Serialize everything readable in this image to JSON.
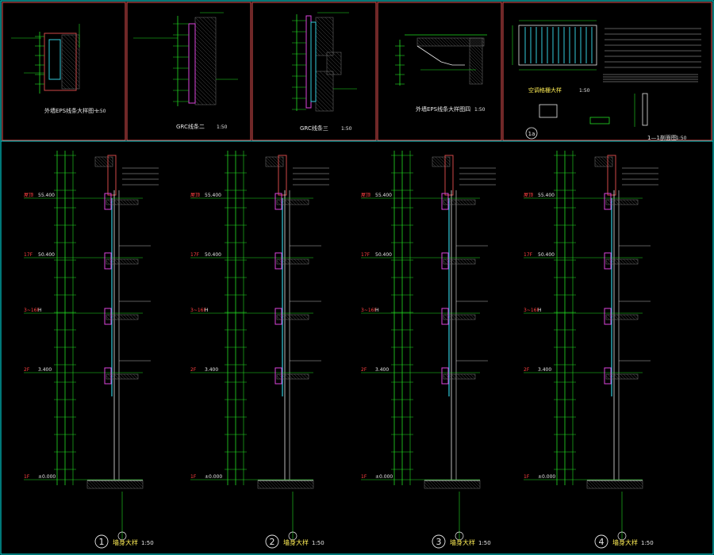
{
  "colors": {
    "background": "#000000",
    "border_cyan": "#00c8c8",
    "border_red": "#e05050",
    "dim_green": "#22dd22",
    "label_white": "#e8e8e8",
    "label_yellow": "#ffee55",
    "level_red": "#ff4040",
    "wall_red": "#d04848",
    "glass_cyan": "#33ccdd",
    "accent_magenta": "#dd44dd",
    "hatch_grey": "#666666"
  },
  "details": [
    {
      "title": "外墙EPS线条大样图一",
      "scale": "1:50"
    },
    {
      "title": "GRC线条二",
      "scale": "1:50"
    },
    {
      "title": "GRC线条三",
      "scale": "1:50"
    },
    {
      "title": "外墙EPS线条大样图四",
      "scale": "1:50"
    },
    {
      "title": "空调格栅大样",
      "scale": "1:50",
      "callout": "1a",
      "section_title": "1—1剖面图",
      "section_scale": "1:50"
    }
  ],
  "sections": [
    {
      "number": "1",
      "title": "墙身大样",
      "scale": "1:50"
    },
    {
      "number": "2",
      "title": "墙身大样",
      "scale": "1:50"
    },
    {
      "number": "3",
      "title": "墙身大样",
      "scale": "1:50"
    },
    {
      "number": "4",
      "title": "墙身大样",
      "scale": "1:50"
    }
  ],
  "levels": [
    {
      "floor": "屋顶",
      "elev": "55.400"
    },
    {
      "floor": "17F",
      "elev": "50.400"
    },
    {
      "floor": "3~16F",
      "elev": "H"
    },
    {
      "floor": "2F",
      "elev": "3.400"
    },
    {
      "floor": "1F",
      "elev": "±0.000"
    }
  ]
}
